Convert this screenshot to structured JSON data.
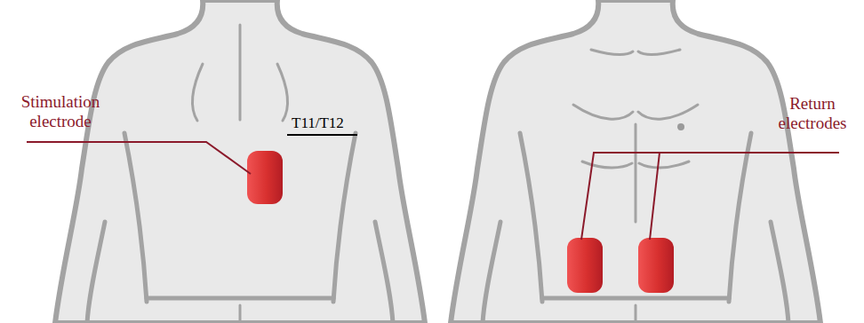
{
  "diagram": {
    "labels": [
      "Stimulation electrode",
      "T11/T12",
      "Return electrodes"
    ]
  }
}
